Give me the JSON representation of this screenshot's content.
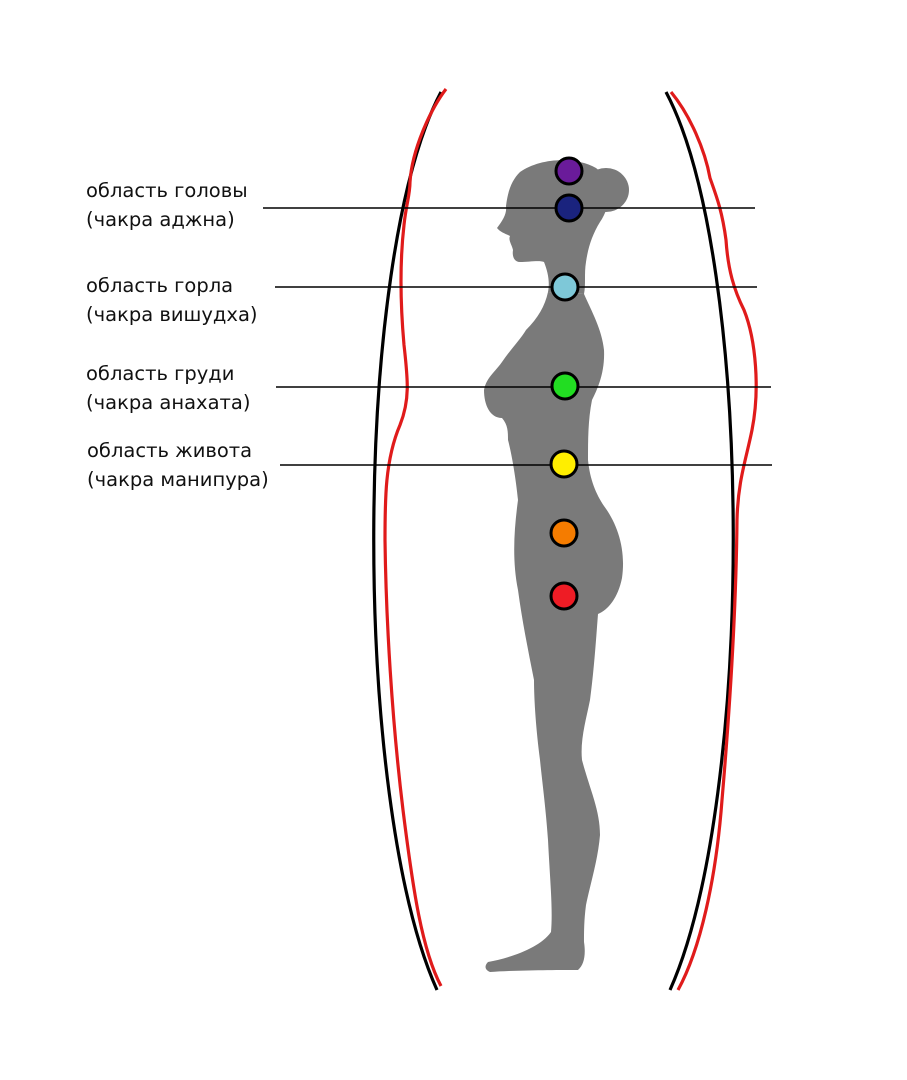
{
  "labels": [
    {
      "region": "область головы",
      "chakra": "(чакра аджна)"
    },
    {
      "region": "область горла",
      "chakra": "(чакра вишудха)"
    },
    {
      "region": "область груди",
      "chakra": "(чакра анахата)"
    },
    {
      "region": "область живота",
      "chakra": "(чакра манипура)"
    }
  ],
  "chakras": [
    {
      "name": "crown",
      "color": "#6a1b9a"
    },
    {
      "name": "third-eye",
      "color": "#1a237e"
    },
    {
      "name": "throat",
      "color": "#7ec8d8"
    },
    {
      "name": "heart",
      "color": "#22dd22"
    },
    {
      "name": "solar-plexus",
      "color": "#ffee00"
    },
    {
      "name": "sacral",
      "color": "#f57c00"
    },
    {
      "name": "root",
      "color": "#ee1c25"
    }
  ],
  "colors": {
    "silhouette": "#7a7a7a",
    "aura_outline": "#000000",
    "aura_distorted": "#e01b1b",
    "chakra_outline": "#000000",
    "guide_line": "#000000"
  }
}
